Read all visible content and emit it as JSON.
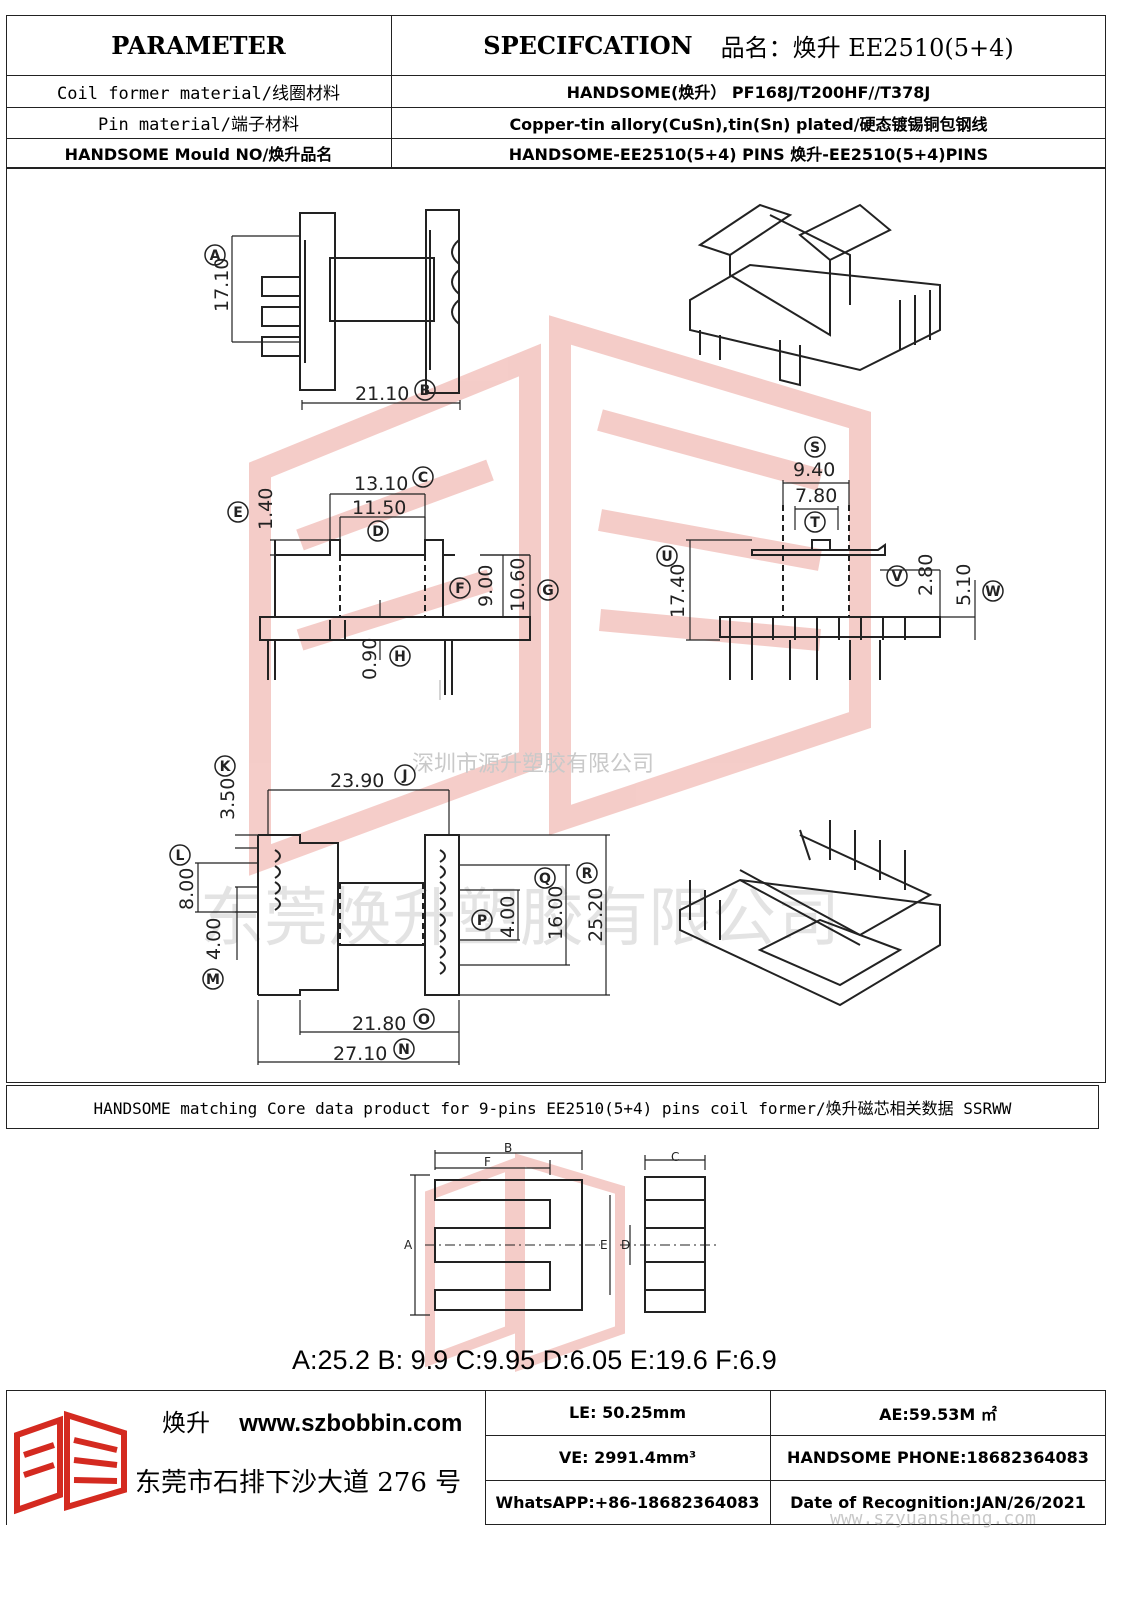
{
  "spec_table": {
    "col1_header": "PARAMETER",
    "col2_header_prefix": "SPECIFCATION",
    "col2_header_name": "品名：焕升 EE2510(5+4)",
    "rows": [
      {
        "param": "Coil former material/线圈材料",
        "value": "HANDSOME(焕升）  PF168J/T200HF//T378J"
      },
      {
        "param": "Pin material/端子材料",
        "value": "Copper-tin allory(CuSn),tin(Sn) plated/硬态镀锡铜包钢线"
      },
      {
        "param": "HANDSOME Mould NO/焕升品名",
        "value": "HANDSOME-EE2510(5+4) PINS    焕升-EE2510(5+4)PINS"
      }
    ]
  },
  "drawing": {
    "watermark_company": "深圳市源升塑胶有限公司",
    "watermark_big": "东莞焕升塑胶有限公司",
    "top_view": {
      "dim_a": "17.10",
      "label_a": "A",
      "dim_b": "21.10",
      "label_b": "B"
    },
    "front_view": {
      "dim_c": "13.10",
      "label_c": "C",
      "dim_d": "11.50",
      "label_d": "D",
      "dim_e": "1.40",
      "label_e": "E",
      "dim_f": "9.00",
      "label_f": "F",
      "dim_g": "10.60",
      "label_g": "G",
      "dim_h": "0.90",
      "label_h": "H"
    },
    "side_view": {
      "dim_s": "9.40",
      "label_s": "S",
      "dim_t": "7.80",
      "label_t": "T",
      "dim_u": "17.40",
      "label_u": "U",
      "dim_v": "2.80",
      "label_v": "V",
      "dim_w": "5.10",
      "label_w": "W"
    },
    "bottom_view": {
      "dim_j": "23.90",
      "label_j": "J",
      "dim_k": "3.50",
      "label_k": "K",
      "dim_l": "8.00",
      "label_l": "L",
      "dim_m": "4.00",
      "label_m": "M",
      "dim_p": "4.00",
      "label_p": "P",
      "dim_q": "16.00",
      "label_q": "Q",
      "dim_r": "25.20",
      "label_r": "R",
      "dim_o": "21.80",
      "label_o": "O",
      "dim_n": "27.10",
      "label_n": "N"
    }
  },
  "core_section": {
    "title": "HANDSOME matching Core data  product for 9-pins EE2510(5+4) pins coil former/焕升磁芯相关数据 SSRWW",
    "core_labels": {
      "a": "A",
      "b": "B",
      "c": "C",
      "d": "D",
      "e": "E",
      "f": "F"
    },
    "dimensions_line": "A:25.2 B: 9.9 C:9.95 D:6.05 E:19.6 F:6.9"
  },
  "footer": {
    "brand": "焕升",
    "website": "www.szbobbin.com",
    "address": "东莞市石排下沙大道 276 号",
    "le": "LE: 50.25mm",
    "ae": "AE:59.53M ㎡",
    "ve": "VE: 2991.4mm³",
    "phone": "HANDSOME PHONE:18682364083",
    "whatsapp": "WhatsAPP:+86-18682364083",
    "date": "Date of Recognition:JAN/26/2021",
    "watermark_url": "www.szyuansheng.com"
  },
  "colors": {
    "watermark": "#f2b5b0",
    "logo_red": "#d42a20",
    "line": "#222222"
  }
}
